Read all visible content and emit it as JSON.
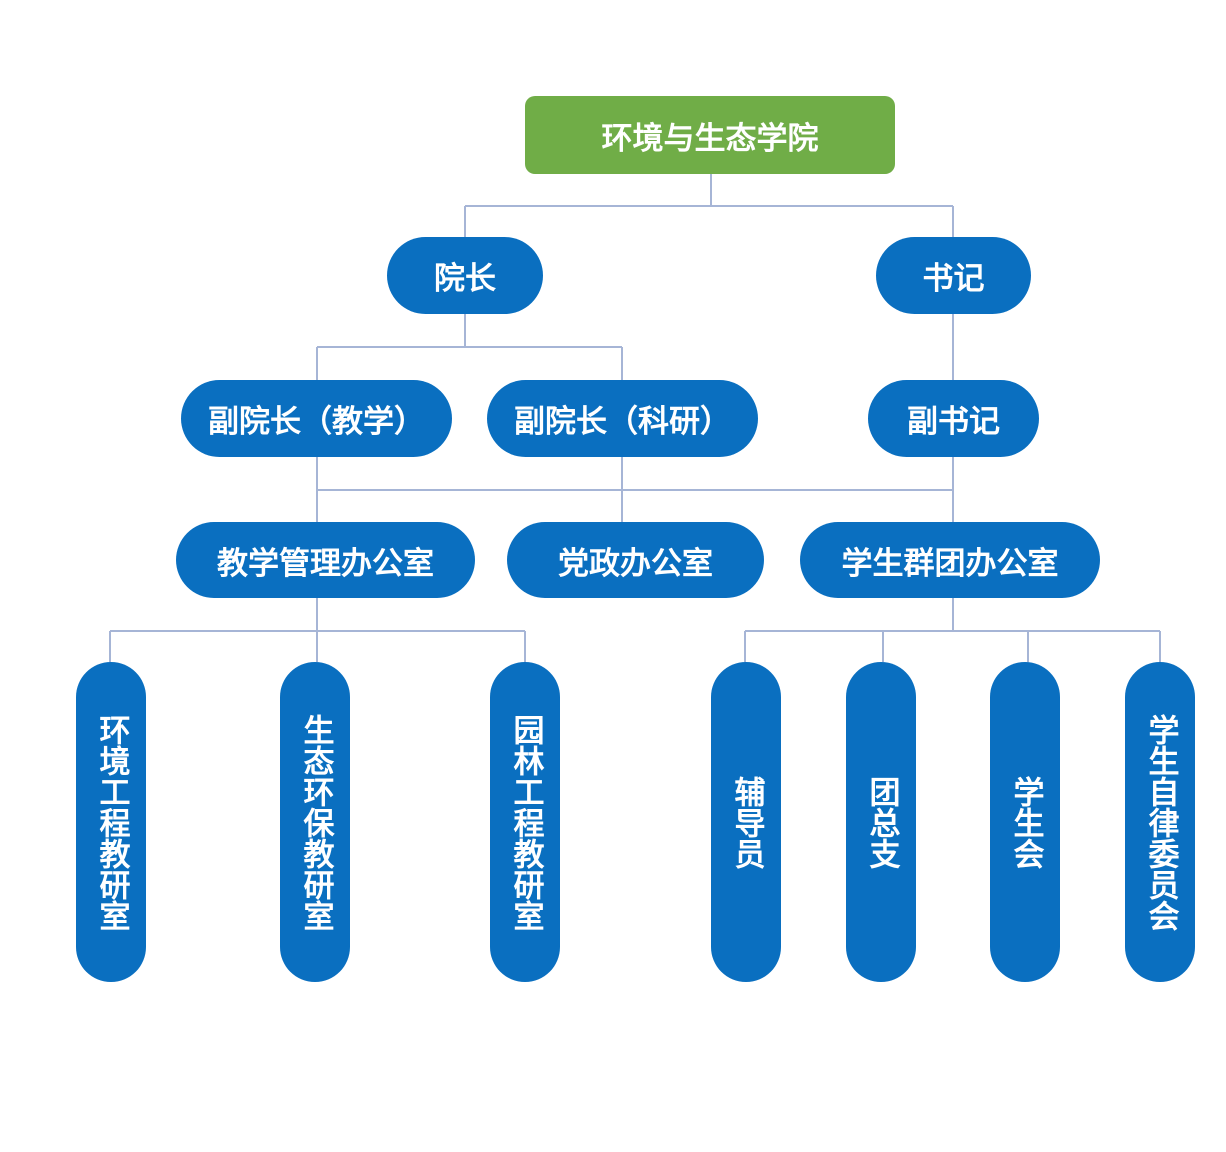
{
  "nodes": {
    "root": "环境与生态学院",
    "dean": "院长",
    "secretary": "书记",
    "vice_dean_teaching": "副院长（教学）",
    "vice_dean_research": "副院长（科研）",
    "vice_secretary": "副书记",
    "teaching_office": "教学管理办公室",
    "party_office": "党政办公室",
    "student_office": "学生群团办公室",
    "env_eng_room": "环境工程教研室",
    "eco_env_room": "生态环保教研室",
    "landscape_room": "园林工程教研室",
    "counselor": "辅导员",
    "league_branch": "团总支",
    "student_union": "学生会",
    "self_discipline": "学生自律委员会"
  },
  "colors": {
    "root": "#70ad47",
    "node": "#0a6fc0",
    "connector": "#a6b5d6",
    "text": "#ffffff"
  }
}
